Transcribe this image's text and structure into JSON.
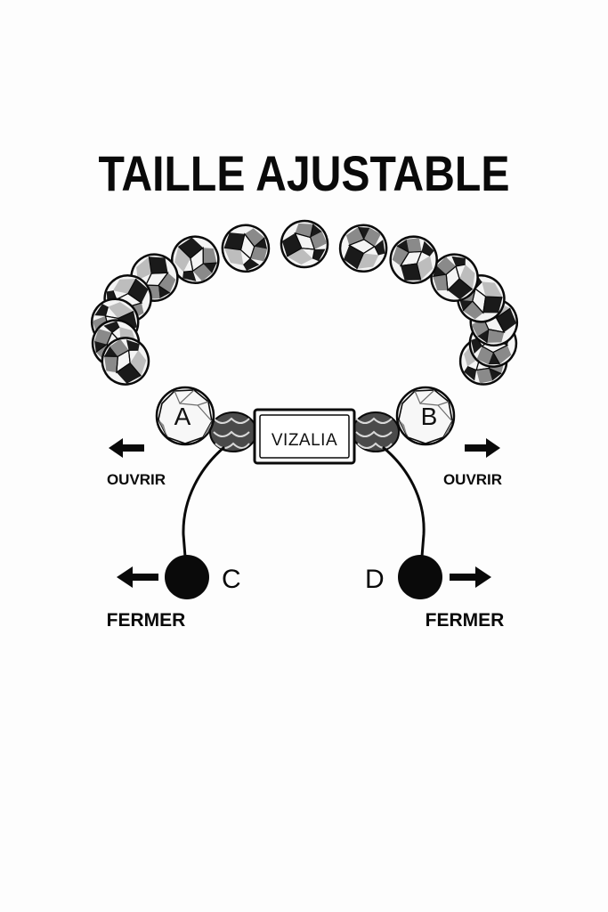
{
  "title": "TAILLE AJUSTABLE",
  "clasp_text": "VIZALIA",
  "bead_a": "A",
  "bead_b": "B",
  "cord_end_c": "C",
  "cord_end_d": "D",
  "open_left": "OUVRIR",
  "open_right": "OUVRIR",
  "close_left": "FERMER",
  "close_right": "FERMER",
  "colors": {
    "ink": "#0a0a0a",
    "bead_dark": "#1a1a1a",
    "bead_mid": "#8a8a8a",
    "bead_light": "#f4f4f4",
    "background": "#fdfdfd"
  }
}
